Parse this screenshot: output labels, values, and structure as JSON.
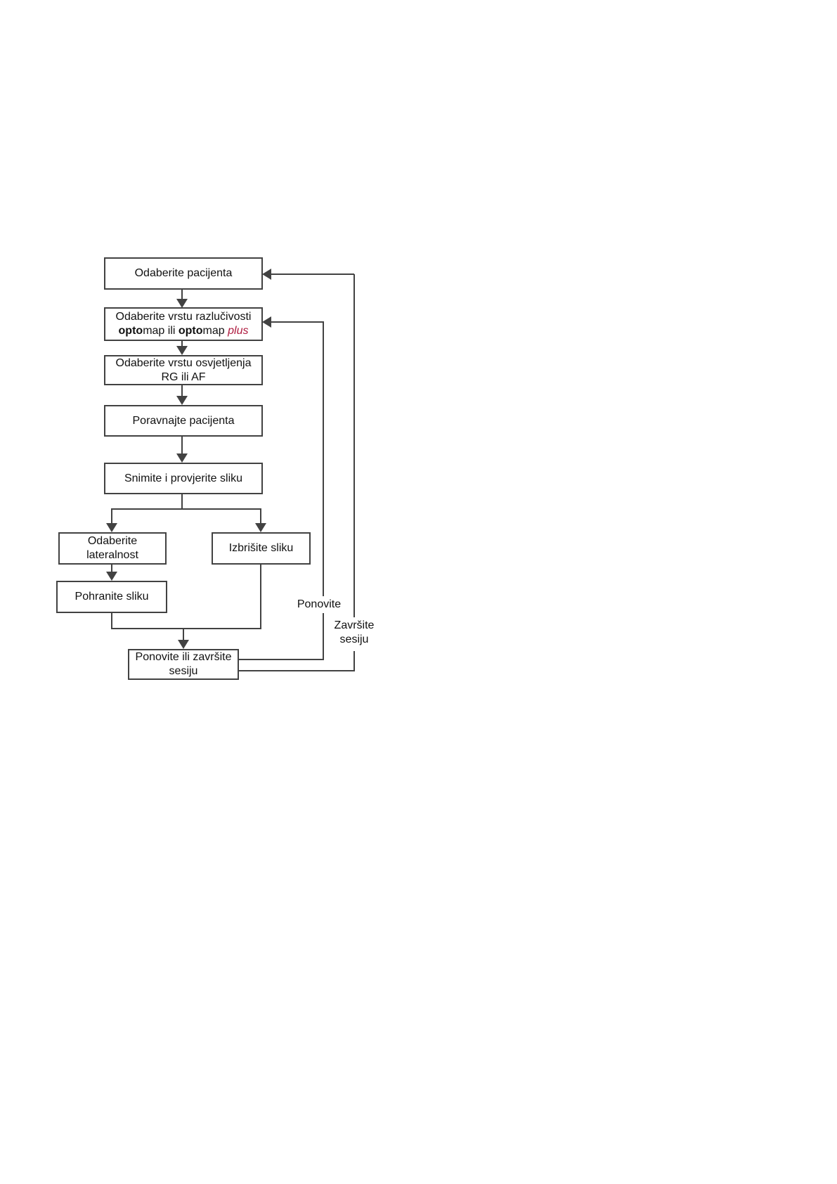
{
  "flowchart": {
    "nodes": {
      "select_patient": {
        "line1": "Odaberite pacijenta"
      },
      "resolution": {
        "line1": "Odaberite vrstu razlučivosti",
        "segments": [
          {
            "text": "opto",
            "emphasis": "bold"
          },
          {
            "text": "map ili ",
            "emphasis": "none"
          },
          {
            "text": "opto",
            "emphasis": "bold"
          },
          {
            "text": "map ",
            "emphasis": "none"
          },
          {
            "text": "plus",
            "emphasis": "italic-accent"
          }
        ]
      },
      "illumination": {
        "line1": "Odaberite vrstu osvjetljenja",
        "line2": "RG ili AF"
      },
      "align_patient": {
        "line1": "Poravnajte pacijenta"
      },
      "capture_verify": {
        "line1": "Snimite i provjerite sliku"
      },
      "select_laterality": {
        "line1": "Odaberite",
        "line2": "lateralnost"
      },
      "delete_image": {
        "line1": "Izbrišite sliku"
      },
      "save_image": {
        "line1": "Pohranite sliku"
      },
      "repeat_or_end": {
        "line1": "Ponovite ili završite",
        "line2": "sesiju"
      }
    },
    "edge_labels": {
      "repeat": "Ponovite",
      "end_session_line1": "Završite",
      "end_session_line2": "sesiju"
    },
    "colors": {
      "connector": "#424242",
      "box_border": "#424242",
      "text": "#111111",
      "accent": "#ae1a3e"
    }
  }
}
